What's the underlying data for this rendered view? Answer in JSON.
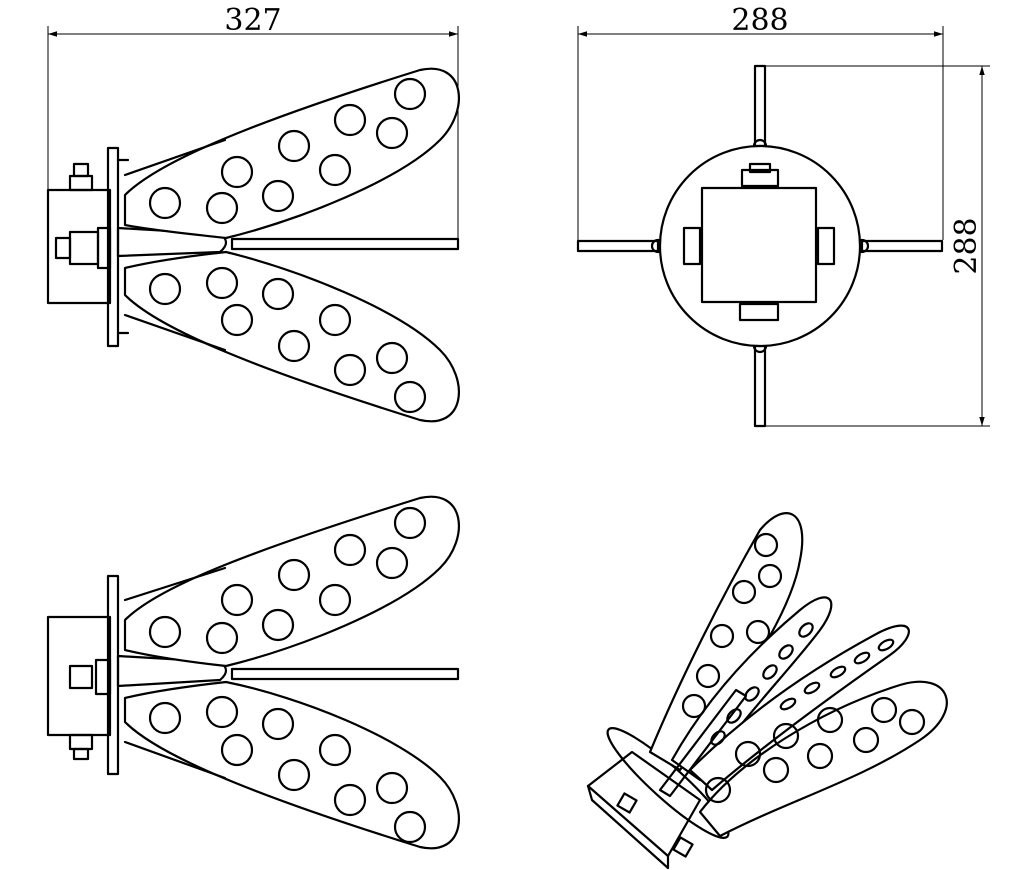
{
  "dimensions": {
    "front_width": "327",
    "top_width": "288",
    "top_height": "288"
  },
  "views": [
    "front-view",
    "top-view",
    "side-view",
    "isometric-view"
  ],
  "colors": {
    "line": "#000000",
    "background": "#ffffff"
  }
}
